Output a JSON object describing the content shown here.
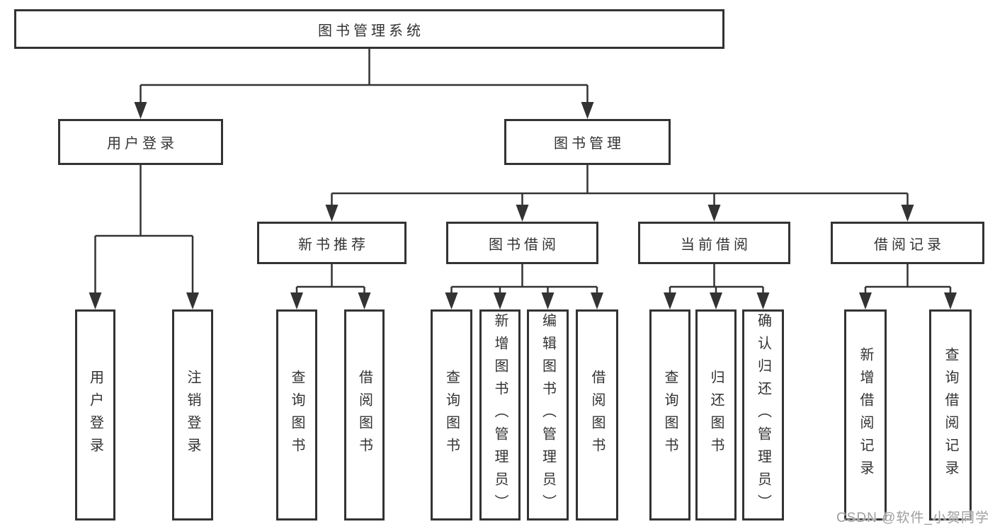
{
  "tree": {
    "root": "图书管理系统",
    "children": [
      {
        "label": "用户登录",
        "leaves": [
          "用户登录",
          "注销登录"
        ]
      },
      {
        "label": "图书管理",
        "groups": [
          {
            "label": "新书推荐",
            "leaves": [
              "查询图书",
              "借阅图书"
            ]
          },
          {
            "label": "图书借阅",
            "leaves": [
              "查询图书",
              "新增图书（管理员）",
              "编辑图书（管理员）",
              "借阅图书"
            ]
          },
          {
            "label": "当前借阅",
            "leaves": [
              "查询图书",
              "归还图书",
              "确认归还（管理员）"
            ]
          },
          {
            "label": "借阅记录",
            "leaves": [
              "新增借阅记录",
              "查询借阅记录"
            ]
          }
        ]
      }
    ]
  },
  "watermark": "CSDN @软件_小贺同学",
  "colors": {
    "line": "#333333",
    "text": "#333333",
    "background": "#ffffff",
    "watermark": "#9e9e9e"
  }
}
